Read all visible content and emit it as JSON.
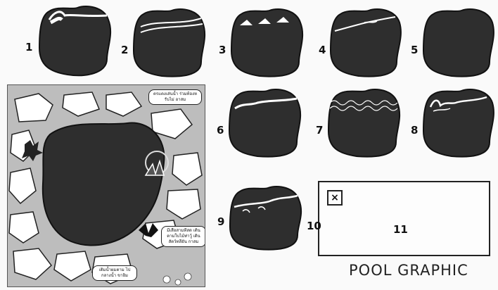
{
  "title": "POOL GRAPHIC",
  "labels": {
    "n1": "1",
    "n2": "2",
    "n3": "3",
    "n4": "4",
    "n5": "5",
    "n6": "6",
    "n7": "7",
    "n8": "8",
    "n9": "9",
    "n10": "10",
    "n11": "11"
  },
  "icon_x": "×",
  "callouts": {
    "top_right": "ตรแตงเส่นน้ำ ร่วมท้องหรับไม่ อาสม",
    "mid_right": "มีเสือสามทีสด เดินตามใบไม้ท่าวู้ เดินสัตว์ทสีอัน กาสม",
    "bottom": "เติมน้ำผมตาม ไปกลางน้ำ ขาอิม"
  },
  "colors": {
    "pool": "#2e2e2e",
    "stone": "#ffffff",
    "ground": "#bdbdbd",
    "ink": "#222222"
  }
}
